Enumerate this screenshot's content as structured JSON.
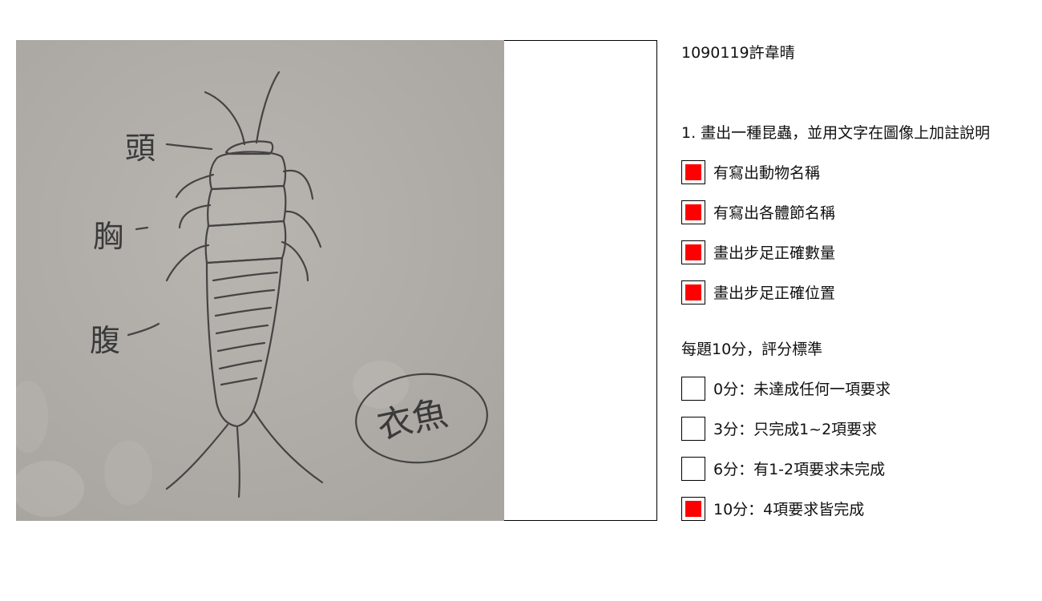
{
  "header": {
    "student": "1090119許韋晴"
  },
  "question": {
    "prompt": "1. 畫出一種昆蟲，並用文字在圖像上加註說明"
  },
  "requirements": [
    {
      "label": "有寫出動物名稱",
      "checked": true
    },
    {
      "label": "有寫出各體節名稱",
      "checked": true
    },
    {
      "label": "畫出步足正確數量",
      "checked": true
    },
    {
      "label": "畫出步足正確位置",
      "checked": true
    }
  ],
  "scoring": {
    "heading": "每題10分，評分標準",
    "options": [
      {
        "label": "0分：未達成任何一項要求",
        "checked": false
      },
      {
        "label": "3分：只完成1~2項要求",
        "checked": false
      },
      {
        "label": "6分：有1-2項要求未完成",
        "checked": false
      },
      {
        "label": "10分：4項要求皆完成",
        "checked": true
      }
    ]
  },
  "drawing": {
    "head_label": "頭",
    "thorax_label": "胸",
    "abdomen_label": "腹",
    "animal_name": "衣魚"
  },
  "colors": {
    "check_fill": "#ff0000",
    "paper": "#b3b0ab"
  }
}
